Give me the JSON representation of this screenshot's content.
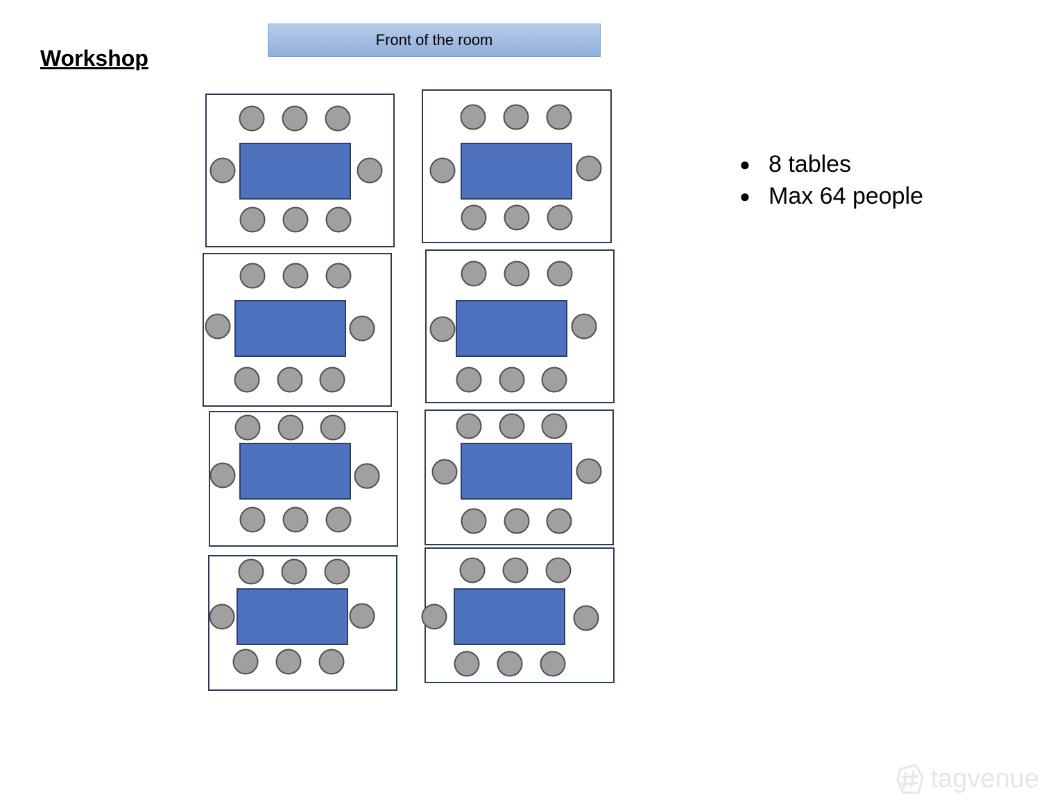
{
  "title": "Workshop",
  "front_label": "Front of the room",
  "facts": [
    "8 tables",
    "Max 64 people"
  ],
  "watermark": "tagvenue",
  "colors": {
    "table_fill": "#4f72be",
    "table_stroke": "#2b3f66",
    "chair_fill": "#a0a0a0",
    "chair_stroke": "#505050",
    "zone_stroke": "#2e3a4f",
    "front_fill": "#a4bde2"
  },
  "layout": {
    "table_count": 8,
    "seats_per_table": 8,
    "seat_pattern": "3 top, 3 bottom, 1 each end"
  }
}
